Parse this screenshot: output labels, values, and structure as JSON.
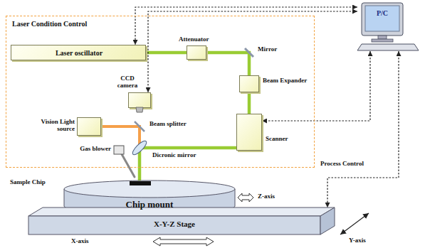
{
  "diagram": {
    "nodes": [
      {
        "text": [
          "Laser Condition Control"
        ]
      },
      {
        "text": [
          "Laser oscillator"
        ],
        "in": 0
      },
      {
        "text": [
          "Attenuator"
        ],
        "in": 0
      },
      {
        "text": [
          "Mirror"
        ],
        "in": 0
      },
      {
        "text": [
          "CCD camera"
        ],
        "in": 0
      },
      {
        "text": [
          "Beam Expander"
        ],
        "in": 0
      },
      {
        "text": [
          "Vision Light source"
        ],
        "in": 0
      },
      {
        "text": [
          "Beam splitter"
        ],
        "in": 0
      },
      {
        "text": [
          "Scanner"
        ],
        "in": 0
      },
      {
        "text": [
          "Gas blower"
        ],
        "in": 0
      },
      {
        "text": [
          "Dicronic mirror"
        ],
        "in": 0
      },
      {
        "text": [
          "Sample Chip"
        ]
      },
      {
        "text": [
          "Chip mount"
        ]
      },
      {
        "text": [
          "X-Y-Z Stage"
        ]
      },
      {
        "text": [
          "P/C"
        ]
      }
    ],
    "edges": [
      {
        "from": 1,
        "to": 2,
        "arrow": "none"
      },
      {
        "from": 2,
        "to": 3,
        "arrow": "none"
      },
      {
        "from": 3,
        "to": 5,
        "arrow": "none"
      },
      {
        "from": 5,
        "to": 8,
        "arrow": "none"
      },
      {
        "from": 8,
        "to": 10,
        "arrow": "none"
      },
      {
        "from": 10,
        "to": 11,
        "arrow": "none"
      },
      {
        "from": 6,
        "to": 7,
        "arrow": "none"
      },
      {
        "from": 7,
        "to": 10,
        "arrow": "none"
      },
      {
        "from": 14,
        "to": 1,
        "arrow": "both"
      },
      {
        "from": 14,
        "to": 4,
        "arrow": "both"
      },
      {
        "from": 14,
        "to": 8,
        "arrow": "both"
      },
      {
        "from": 14,
        "to": 13,
        "arrow": "both"
      }
    ],
    "labels": [
      "Process Control",
      "Z-axis",
      "X-axis",
      "Y-axis"
    ]
  }
}
